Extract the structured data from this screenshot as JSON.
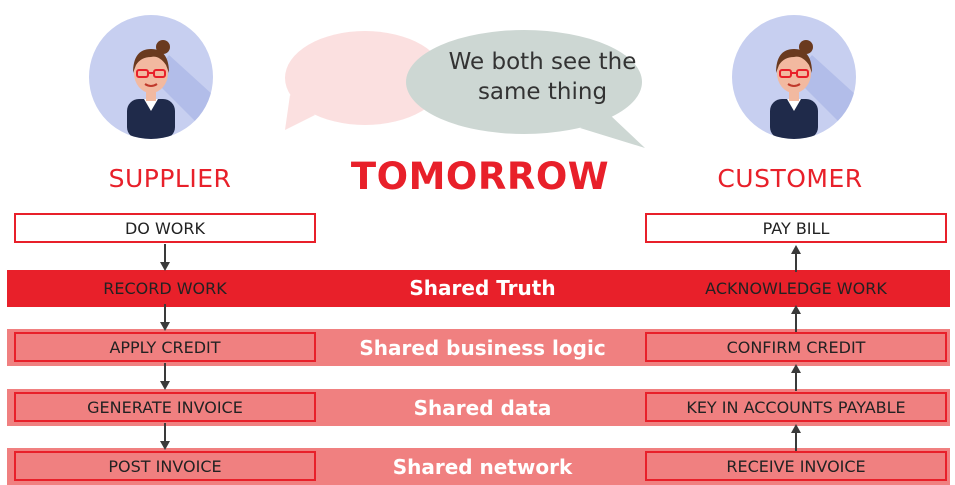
{
  "supplier": {
    "role_label": "SUPPLIER",
    "steps": [
      "DO WORK",
      "RECORD WORK",
      "APPLY CREDIT",
      "GENERATE INVOICE",
      "POST INVOICE"
    ]
  },
  "customer": {
    "role_label": "CUSTOMER",
    "steps": [
      "PAY BILL",
      "ACKNOWLEDGE WORK",
      "CONFIRM CREDIT",
      "KEY IN ACCOUNTS PAYABLE",
      "RECEIVE INVOICE"
    ]
  },
  "center_title": "TOMORROW",
  "speech_bubble": {
    "line1": "We both see the",
    "line2": "same thing"
  },
  "shared_layers": [
    "Shared Truth",
    "Shared business logic",
    "Shared data",
    "Shared network"
  ],
  "colors": {
    "accent_red": "#e8202a",
    "light_red": "#f08080",
    "avatar_bg": "#c7cff0",
    "bubble_gray": "#cdd7d3",
    "bubble_pink": "#fbe0e0",
    "arrow": "#3a3a3a"
  },
  "icons": [
    "supplier-avatar-icon",
    "customer-avatar-icon",
    "speech-bubble-icon",
    "arrow-down-icon",
    "arrow-up-icon"
  ]
}
